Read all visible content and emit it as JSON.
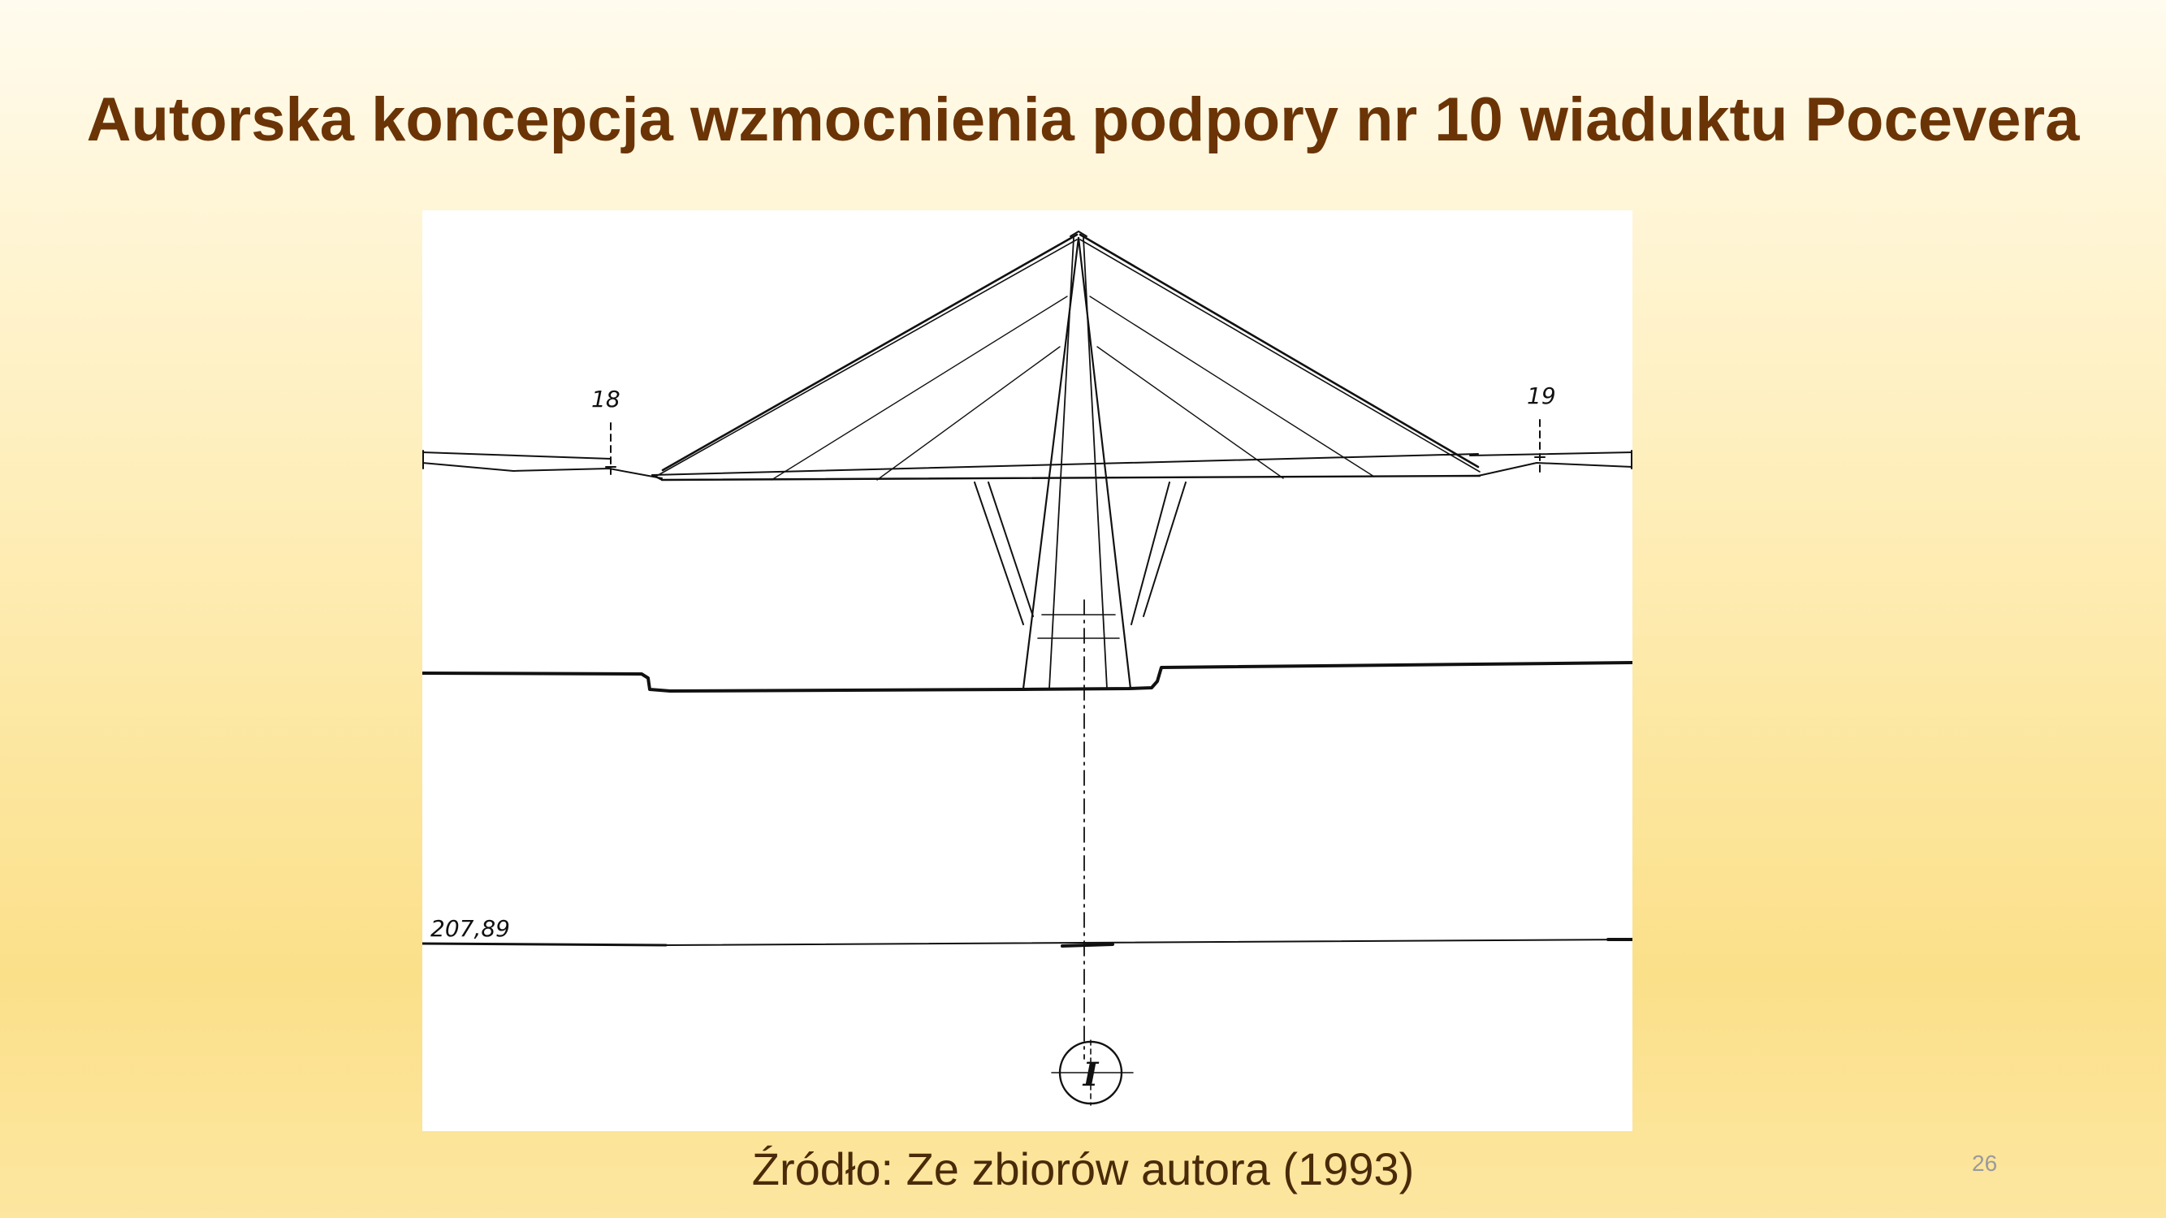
{
  "slide": {
    "title": "Autorska koncepcja wzmocnienia podpory nr 10 wiaduktu Pocevera",
    "caption": "Źródło: Ze zbiorów autora (1993)",
    "page_number": "26"
  },
  "drawing": {
    "label_left_support": "18",
    "label_right_support": "19",
    "elevation_label": "207,89",
    "axis_marker": "I",
    "line_color": "#111111",
    "paper_color": "#ffffff"
  },
  "colors": {
    "title": "#6b3406",
    "caption": "#4a2a08",
    "page_number": "#9a9a9a"
  }
}
